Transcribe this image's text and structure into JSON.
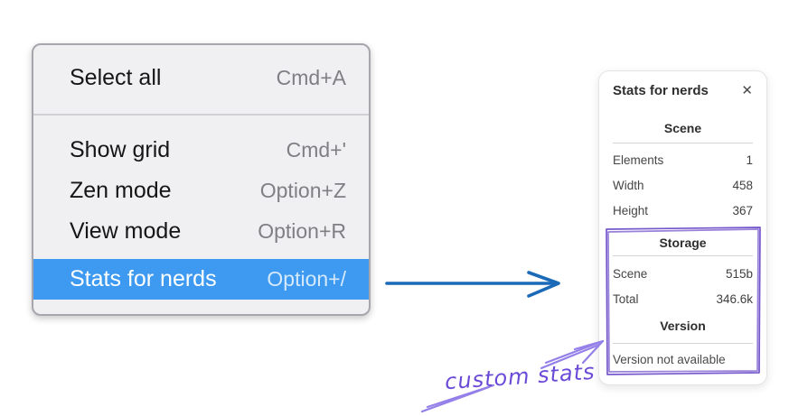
{
  "context_menu": {
    "items": [
      {
        "label": "Select all",
        "shortcut": "Cmd+A",
        "highlighted": false
      },
      {
        "label": "Show grid",
        "shortcut": "Cmd+'",
        "highlighted": false
      },
      {
        "label": "Zen mode",
        "shortcut": "Option+Z",
        "highlighted": false
      },
      {
        "label": "View mode",
        "shortcut": "Option+R",
        "highlighted": false
      },
      {
        "label": "Stats for nerds",
        "shortcut": "Option+/",
        "highlighted": true
      }
    ]
  },
  "stats_panel": {
    "title": "Stats for nerds",
    "close_icon": "✕",
    "sections": [
      {
        "heading": "Scene",
        "rows": [
          {
            "label": "Elements",
            "value": "1"
          },
          {
            "label": "Width",
            "value": "458"
          },
          {
            "label": "Height",
            "value": "367"
          }
        ]
      },
      {
        "heading": "Storage",
        "rows": [
          {
            "label": "Scene",
            "value": "515b"
          },
          {
            "label": "Total",
            "value": "346.6k"
          }
        ]
      },
      {
        "heading": "Version",
        "message": "Version not available"
      }
    ]
  },
  "annotation": {
    "label": "custom stats"
  },
  "colors": {
    "menu_highlight": "#3d9af0",
    "flow_arrow": "#1b6ab8",
    "annotation": "#6a4ad6",
    "annotation_arrow": "#9480e8",
    "highlight_box": "#7557cc"
  }
}
